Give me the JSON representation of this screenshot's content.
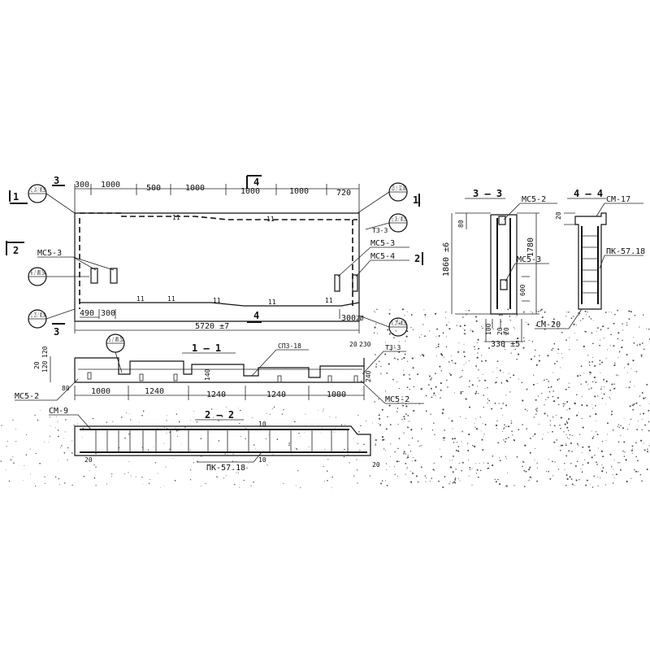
{
  "sections": {
    "s11": "1 — 1",
    "s22": "2 — 2",
    "s33": "3 — 3",
    "s44": "4 — 4",
    "cut1": "1",
    "cut2": "2",
    "cut3": "3",
    "cut4": "4"
  },
  "plan": {
    "top_dims": [
      "300",
      "1000",
      "500",
      "1000",
      "1000",
      "1000",
      "720"
    ],
    "bottom_total": "5720 ±7",
    "bottom_dims": [
      "490",
      "300",
      "300",
      "2Ø"
    ],
    "callouts": {
      "c1": "1; 24 / ИО.53",
      "c2": "6 / ИО.54",
      "c3": "1; 25 / ИО.54",
      "c4": "23 / 32.80",
      "c5": "3; 26 / ИО.55",
      "c6": "4; 27 / ИО.56",
      "c7": "5 / ИО.52"
    },
    "labels": {
      "mc53_left": "МС5-3",
      "mc53_right": "МС5-3",
      "mc54": "МС5-4",
      "t3": "Т3-3"
    }
  },
  "section11": {
    "dims": [
      "1000",
      "1240",
      "1240",
      "1240",
      "1000"
    ],
    "left_dims": [
      "120",
      "120",
      "20"
    ],
    "right_dims": [
      "20",
      "230",
      "240"
    ],
    "labels": {
      "mc52_left": "МС5-2",
      "mc52_right": "МС5-2",
      "cp": "СПЗ-18",
      "t3": "Т3-3",
      "d80": "80",
      "d140": "140"
    }
  },
  "section22": {
    "labels": {
      "cm": "СМ-9",
      "pk": "ПК-57.18",
      "d10a": "10",
      "d10b": "10",
      "d20a": "20",
      "d20b": "20"
    }
  },
  "section33": {
    "labels": {
      "mc52": "МС5-2",
      "mc53": "МС5-3",
      "h1": "1860 ±6",
      "h2": "1780",
      "h3": "600",
      "h4": "80",
      "w1": "330 ±5",
      "w2": "100",
      "w3": "20",
      "w4": "20"
    }
  },
  "section44": {
    "labels": {
      "cm17": "СМ-17",
      "pk": "ПК-57.18",
      "cm20": "СМ-20",
      "d20": "20"
    }
  }
}
